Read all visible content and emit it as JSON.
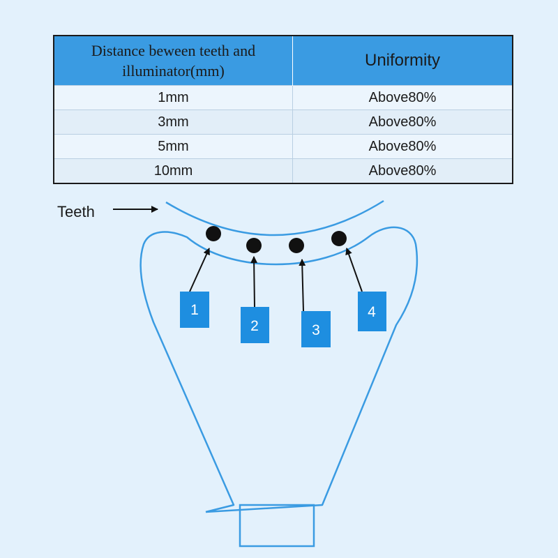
{
  "table": {
    "headers": {
      "distance_line1": "Distance beween teeth and",
      "distance_line2": "illuminator(mm)",
      "uniformity": "Uniformity"
    },
    "rows": [
      {
        "distance": "1mm",
        "uniformity": "Above80%"
      },
      {
        "distance": "3mm",
        "uniformity": "Above80%"
      },
      {
        "distance": "5mm",
        "uniformity": "Above80%"
      },
      {
        "distance": "10mm",
        "uniformity": "Above80%"
      }
    ]
  },
  "diagram": {
    "teeth_label": "Teeth",
    "measurement_points": [
      "1",
      "2",
      "3",
      "4"
    ],
    "colors": {
      "outline": "#3a9be2",
      "label_box": "#1e8ee0",
      "dot": "#111111",
      "arrow": "#111111"
    }
  }
}
